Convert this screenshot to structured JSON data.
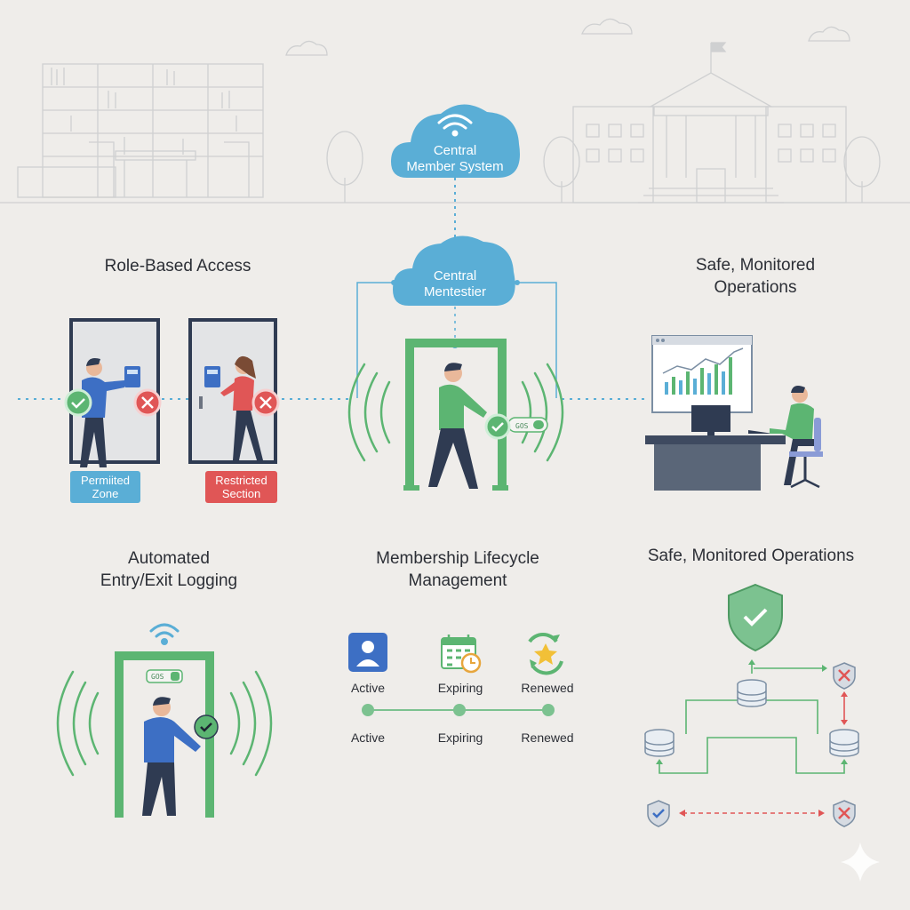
{
  "clouds": {
    "top": "Central\nMember System",
    "middle": "Central\nMentestier"
  },
  "sections": {
    "role_based_access": {
      "title": "Role-Based Access",
      "permitted_badge": "Permiited\nZone",
      "restricted_badge": "Restricted\nSection"
    },
    "safe_ops_top": {
      "title": "Safe, Monitored\nOperations"
    },
    "automated_logging": {
      "title": "Automated\nEntry/Exit Logging",
      "gate_tag": "GOS"
    },
    "lifecycle": {
      "title": "Membership Lifecycle\nManagement",
      "icon_labels": [
        "Active",
        "Expiring",
        "Renewed"
      ],
      "timeline_labels": [
        "Active",
        "Expiring",
        "Renewed"
      ]
    },
    "safe_ops_bottom": {
      "title": "Safe, Monitored Operations"
    }
  },
  "center_gate_tag": "GOS",
  "colors": {
    "background": "#efedea",
    "cloud": "#5aaed6",
    "green": "#5cb572",
    "red": "#e05656",
    "blue": "#3d6fc4",
    "line_art": "#cfd0d1",
    "permitted_badge": "#5aaed6",
    "restricted_badge": "#e05656"
  }
}
